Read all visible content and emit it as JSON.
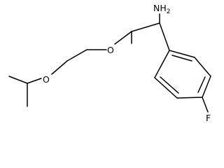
{
  "molecule": {
    "atoms": {
      "amine": "NH2",
      "ether_oxygen_upper": "O",
      "ether_oxygen_lower": "O",
      "fluorine": "F"
    }
  }
}
